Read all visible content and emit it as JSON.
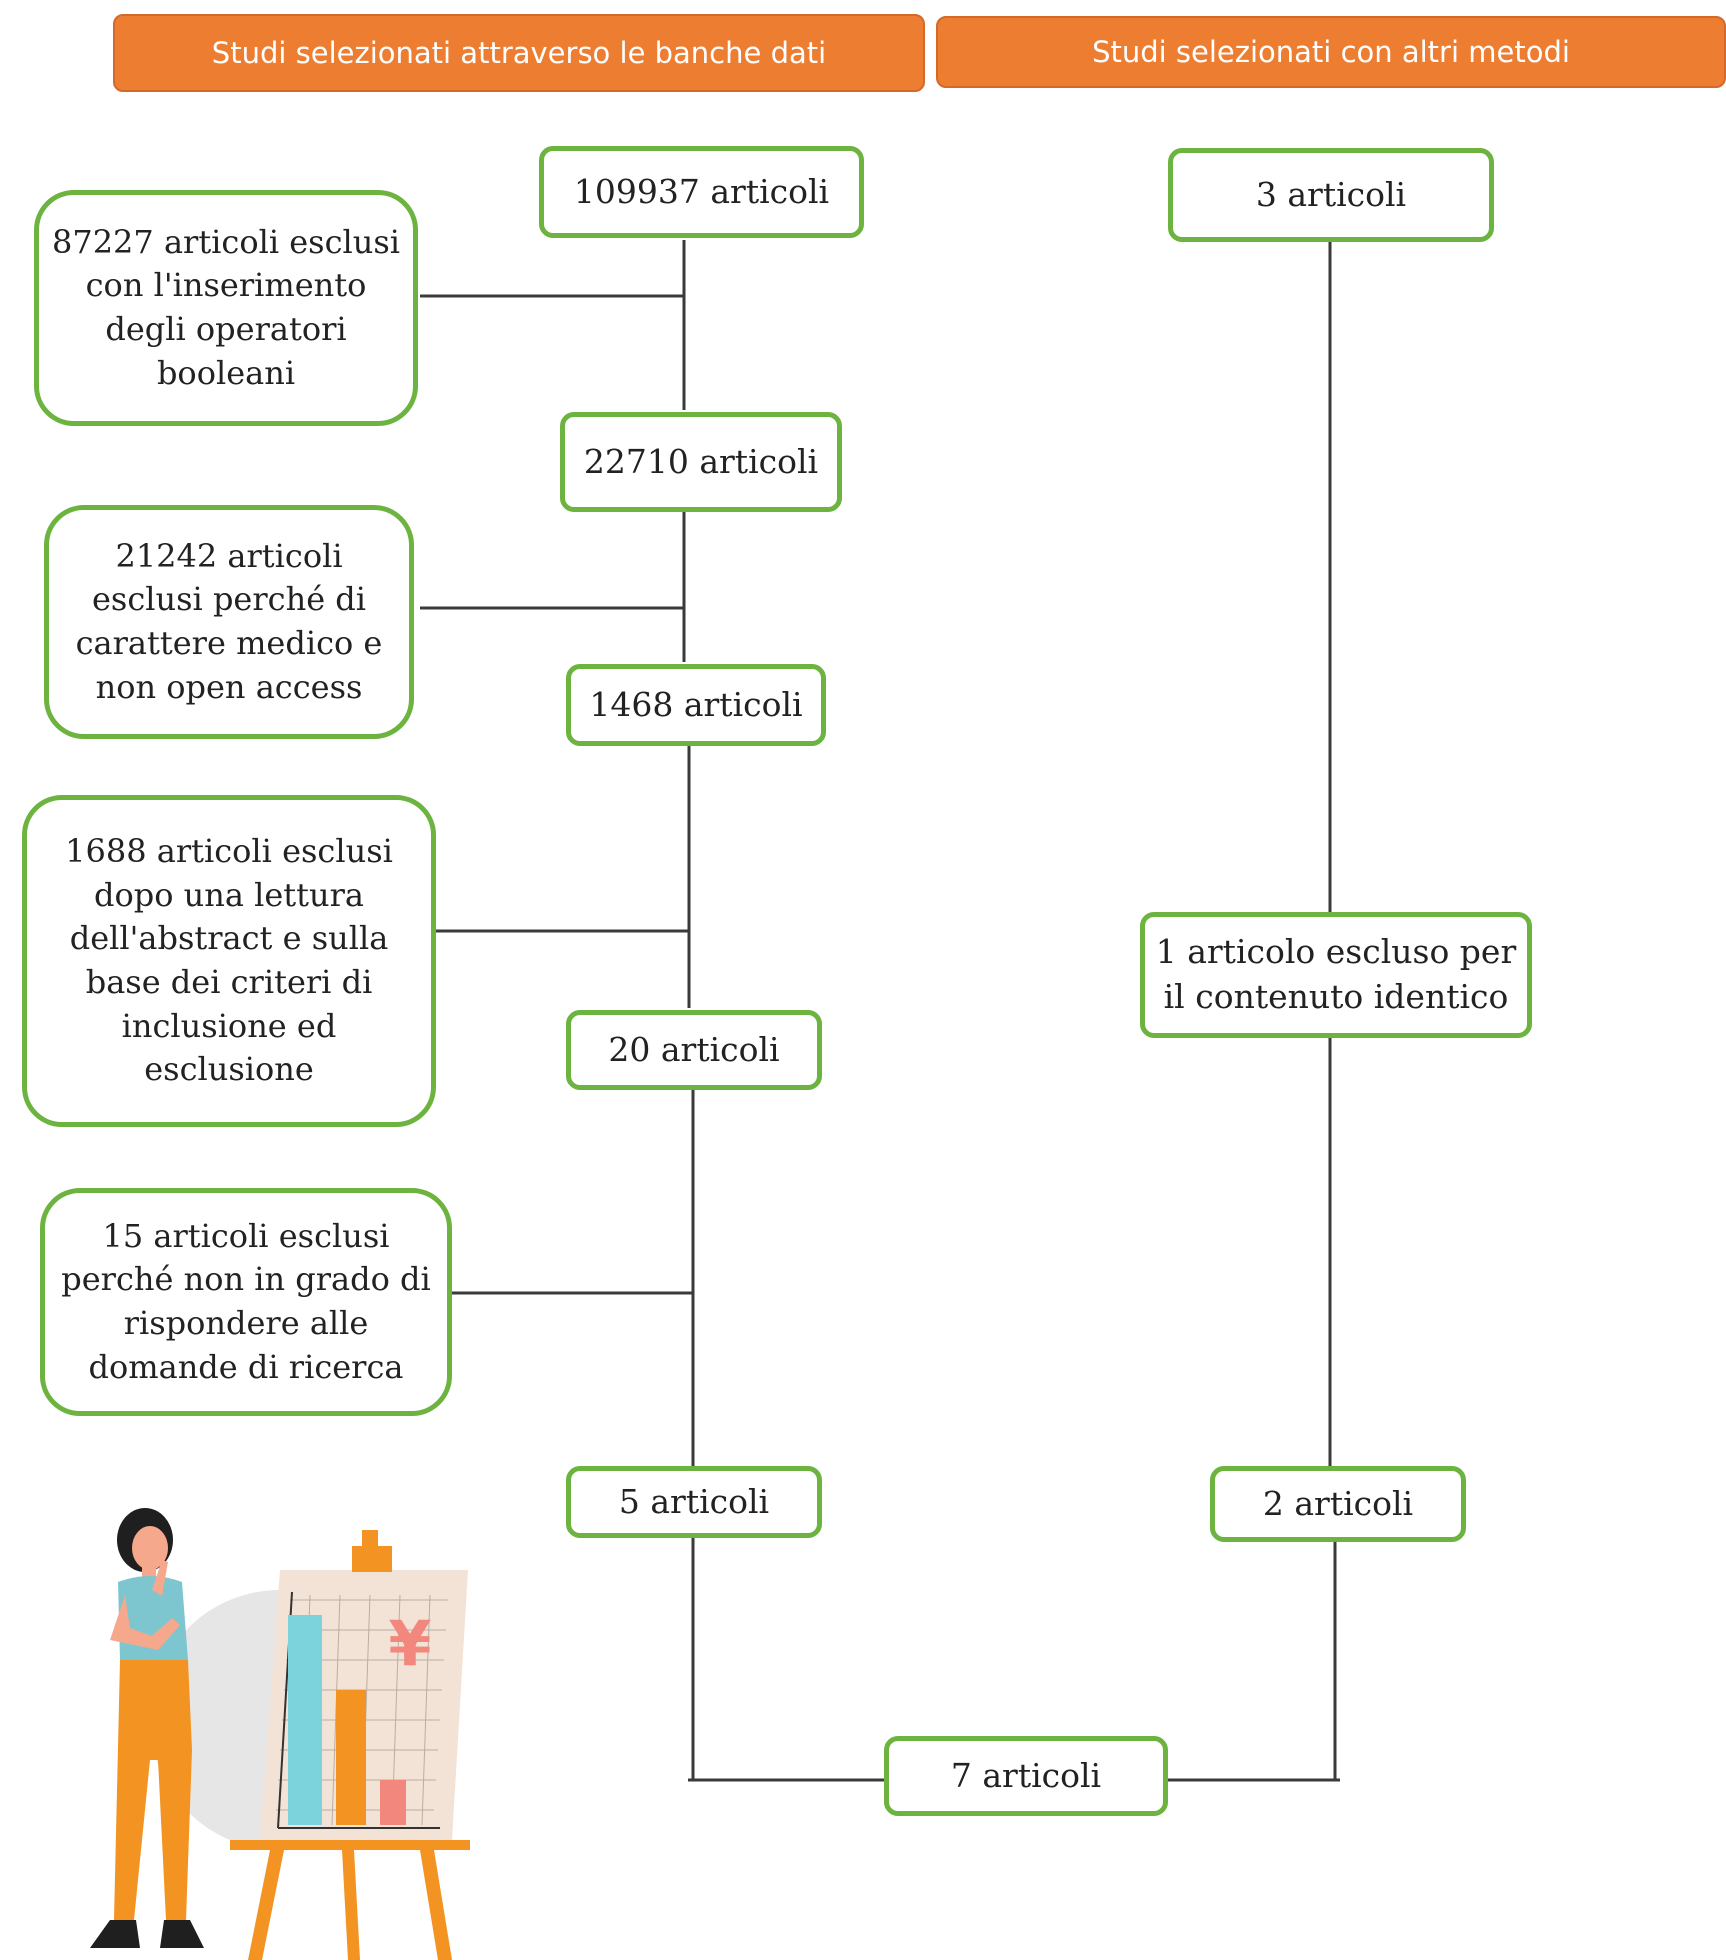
{
  "headers": {
    "left": "Studi selezionati attraverso le banche dati",
    "right": "Studi selezionati con altri metodi"
  },
  "left_flow": {
    "box1": "109937 articoli",
    "excl1": "87227 articoli esclusi con l'inserimento degli operatori booleani",
    "box2": "22710 articoli",
    "excl2": "21242 articoli esclusi perché di carattere medico e non open access",
    "box3": "1468 articoli",
    "excl3": "1688 articoli esclusi dopo una lettura dell'abstract e sulla base dei criteri di inclusione ed esclusione",
    "box4": "20 articoli",
    "excl4": "15 articoli esclusi perché non in grado di rispondere alle domande di ricerca",
    "box5": "5 articoli"
  },
  "right_flow": {
    "box1": "3 articoli",
    "excl1": "1 articolo escluso per il contenuto identico",
    "box2": "2 articoli"
  },
  "final": "7 articoli",
  "colors": {
    "header": "#ED7D31",
    "box_border": "#6DB33F"
  },
  "illustration": {
    "currency_symbol": "¥",
    "bar_levels": [
      0.85,
      0.53,
      0.18
    ]
  }
}
